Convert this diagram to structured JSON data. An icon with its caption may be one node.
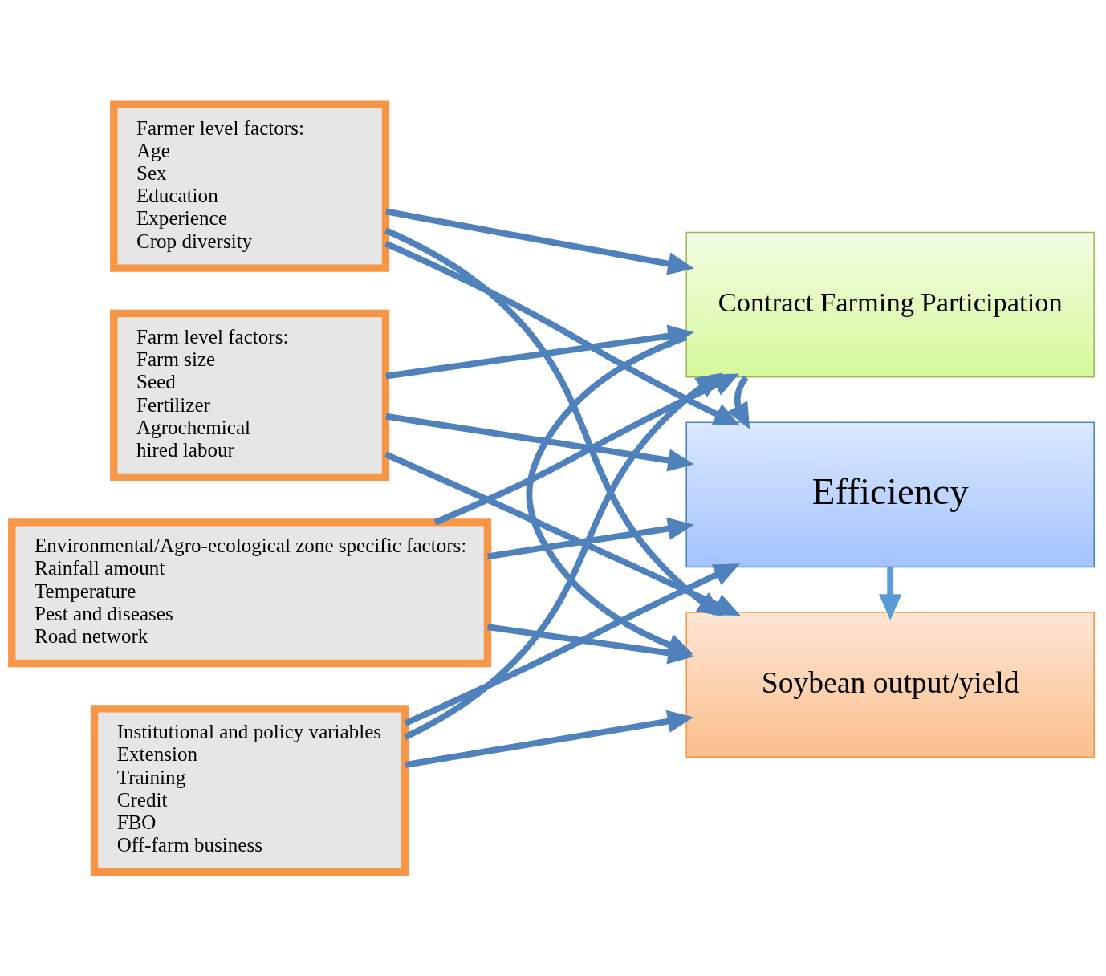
{
  "diagram": {
    "nodes": [
      {
        "text": [
          "Farmer level factors:",
          "Age",
          "Sex",
          "Education",
          "Experience",
          "Crop diversity"
        ]
      },
      {
        "text": [
          "Farm level factors:",
          "Farm size",
          "Seed",
          "Fertilizer",
          "Agrochemical",
          "hired labour"
        ]
      },
      {
        "text": [
          "Environmental/Agro-ecological zone specific factors:",
          "Rainfall amount",
          "Temperature",
          "Pest and diseases",
          "Road network"
        ]
      },
      {
        "text": [
          "Institutional and policy variables",
          "Extension",
          "Training",
          "Credit",
          "FBO",
          "Off-farm business"
        ]
      },
      {
        "text": [
          "Efficiency"
        ]
      },
      {
        "text": [
          "Contract Farming Participation"
        ]
      },
      {
        "text": [
          "Soybean output/yield"
        ]
      }
    ],
    "edges": [
      {
        "from": 0,
        "to": 4,
        "arrow": "to"
      },
      {
        "from": 0,
        "to": 5,
        "arrow": "to"
      },
      {
        "from": 0,
        "to": 6,
        "arrow": "to"
      },
      {
        "from": 1,
        "to": 4,
        "arrow": "to"
      },
      {
        "from": 1,
        "to": 5,
        "arrow": "to"
      },
      {
        "from": 1,
        "to": 6,
        "arrow": "to"
      },
      {
        "from": 2,
        "to": 4,
        "arrow": "to"
      },
      {
        "from": 2,
        "to": 5,
        "arrow": "to"
      },
      {
        "from": 2,
        "to": 6,
        "arrow": "to"
      },
      {
        "from": 3,
        "to": 4,
        "arrow": "to"
      },
      {
        "from": 3,
        "to": 5,
        "arrow": "to"
      },
      {
        "from": 3,
        "to": 6,
        "arrow": "to"
      },
      {
        "from": 5,
        "to": 4,
        "arrow": "to"
      },
      {
        "from": 5,
        "to": 6,
        "arrow": "to"
      },
      {
        "from": 4,
        "to": 6,
        "arrow": "to",
        "color": "#5b9bd5"
      }
    ]
  }
}
